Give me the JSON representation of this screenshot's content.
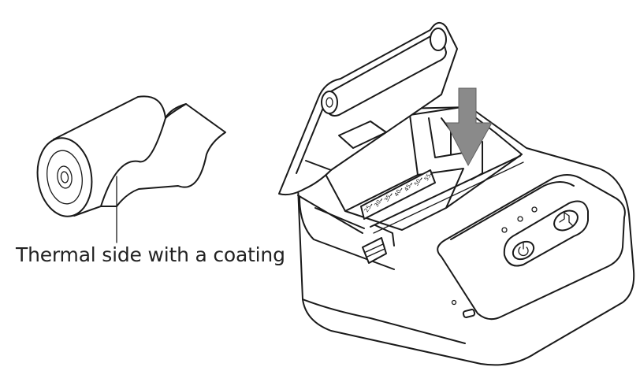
{
  "annotation": {
    "label": "Thermal side with a coating"
  },
  "scale_numbers": [
    "25",
    "30",
    "35",
    "40",
    "45",
    "50",
    "55"
  ],
  "colors": {
    "line": "#1a1a1a",
    "arrow": "#8a8a8a",
    "background": "#ffffff"
  },
  "icons": {
    "power_button": "power-icon",
    "feed_button": "feed-icon"
  }
}
